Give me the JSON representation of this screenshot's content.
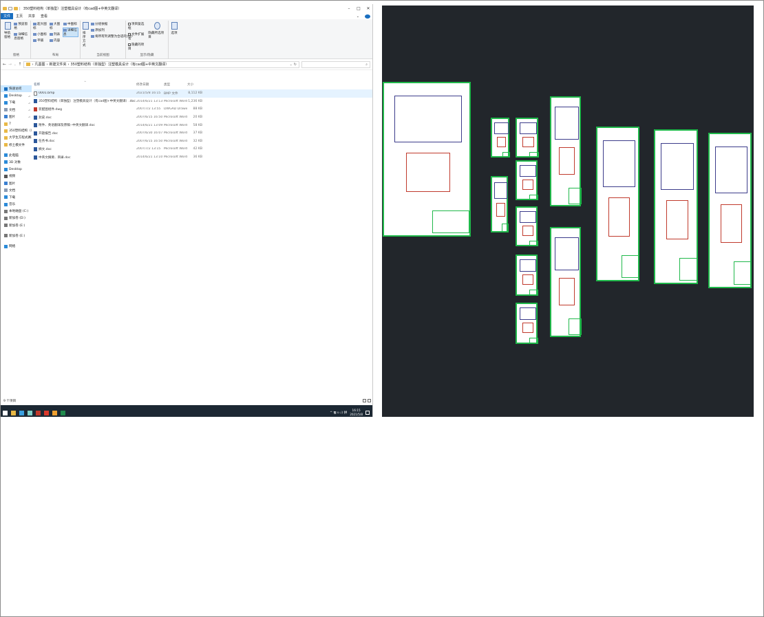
{
  "window": {
    "title": "350塑料结构（单独型）注塑模具设计（有cad图+中英文翻译）",
    "controls": {
      "minimize": "–",
      "maximize": "□",
      "close": "✕"
    }
  },
  "ribbon_tabs": [
    "文件",
    "主页",
    "共享",
    "查看"
  ],
  "ribbon": {
    "panes": {
      "label": "窗格",
      "nav_pane": "导航窗格",
      "preview": "预览窗格",
      "details": "详细信息窗格"
    },
    "layout": {
      "label": "布局",
      "items": [
        "超大图标",
        "大图标",
        "中图标",
        "小图标",
        "列表",
        "详细信息",
        "平铺",
        "内容"
      ]
    },
    "current_view": {
      "label": "当前视图",
      "sort": "排序方式",
      "group": "分组依据",
      "add_cols": "添加列",
      "fit_cols": "将所有列调整为合适的大小"
    },
    "show_hide": {
      "label": "显示/隐藏",
      "checkbox": "项目复选框",
      "ext": "文件扩展名",
      "hidden": "隐藏的项目",
      "hide_sel": "隐藏所选项目",
      "options": "选项"
    }
  },
  "address": {
    "back": "←",
    "forward": "→",
    "up": "↑",
    "crumbs": [
      "凡墨图",
      "新建文件夹",
      "350塑料结构（单独型）注塑模具设计（有cad图+中英文翻译）"
    ],
    "refresh": "↻",
    "search_icon": "⌕"
  },
  "nav_pane": [
    {
      "label": "快速访问",
      "icon": "star",
      "color": "#1a6fc0",
      "selected": true
    },
    {
      "label": "Desktop",
      "icon": "desktop",
      "color": "#2b8ad8",
      "pin": true
    },
    {
      "label": "下载",
      "icon": "download",
      "color": "#2b8ad8",
      "pin": true
    },
    {
      "label": "文档",
      "icon": "docs",
      "color": "#8a9bb3",
      "pin": true
    },
    {
      "label": "图片",
      "icon": "pictures",
      "color": "#3a7fd0",
      "pin": true
    },
    {
      "label": "7",
      "icon": "folder",
      "color": "#e8b846"
    },
    {
      "label": "350塑料结构（单",
      "icon": "folder",
      "color": "#e8b846"
    },
    {
      "label": "大学生方程式赛车",
      "icon": "folder",
      "color": "#e8b846"
    },
    {
      "label": "修土模文件",
      "icon": "folder",
      "color": "#e8b846"
    },
    {
      "label": "",
      "icon": "gap",
      "color": ""
    },
    {
      "label": "此电脑",
      "icon": "pc",
      "color": "#2b8ad8"
    },
    {
      "label": "3D 对象",
      "icon": "3d",
      "color": "#2b8ad8"
    },
    {
      "label": "Desktop",
      "icon": "desktop",
      "color": "#2b8ad8"
    },
    {
      "label": "视频",
      "icon": "video",
      "color": "#555"
    },
    {
      "label": "图片",
      "icon": "pictures",
      "color": "#3a7fd0"
    },
    {
      "label": "文档",
      "icon": "docs",
      "color": "#8a9bb3"
    },
    {
      "label": "下载",
      "icon": "download",
      "color": "#2b8ad8"
    },
    {
      "label": "音乐",
      "icon": "music",
      "color": "#2b8ad8"
    },
    {
      "label": "本地磁盘 (C:)",
      "icon": "disk",
      "color": "#777"
    },
    {
      "label": "新加卷 (D:)",
      "icon": "disk",
      "color": "#777"
    },
    {
      "label": "新加卷 (E:)",
      "icon": "disk",
      "color": "#777"
    },
    {
      "label": "",
      "icon": "gap",
      "color": ""
    },
    {
      "label": "新加卷 (E:)",
      "icon": "disk",
      "color": "#777"
    },
    {
      "label": "",
      "icon": "gap",
      "color": ""
    },
    {
      "label": "网络",
      "icon": "network",
      "color": "#2b8ad8"
    }
  ],
  "columns": {
    "name": "名称",
    "date": "修改日期",
    "type": "类型",
    "size": "大小"
  },
  "files": [
    {
      "name": "0001.bmp",
      "date": "2021/5/8 16:15",
      "type": "BMP 文件",
      "size": "8,112 KB",
      "kind": "bmp"
    },
    {
      "name": "350塑料结构（单独型）注塑模具设计（有cad图+中英文翻译）.doc",
      "date": "2014/6/21 13:13",
      "type": "Microsoft Word ...",
      "size": "1,236 KB",
      "kind": "doc"
    },
    {
      "name": "装配图组件.dwg",
      "date": "2007/7/2 13:55",
      "type": "DWGAD Drawing",
      "size": "88 KB",
      "kind": "dwg"
    },
    {
      "name": "封皮.doc",
      "date": "2007/6/15 16:50",
      "type": "Microsoft Word ...",
      "size": "20 KB",
      "kind": "doc"
    },
    {
      "name": "附件、英语翻译及原稿--中英文翻译.doc",
      "date": "2014/6/21 13:09",
      "type": "Microsoft Word ...",
      "size": "58 KB",
      "kind": "doc"
    },
    {
      "name": "开题报告.doc",
      "date": "2007/6/30 16:07",
      "type": "Microsoft Word ...",
      "size": "37 KB",
      "kind": "doc"
    },
    {
      "name": "任务书.doc",
      "date": "2007/6/15 16:50",
      "type": "Microsoft Word ...",
      "size": "32 KB",
      "kind": "doc"
    },
    {
      "name": "摘文.doc",
      "date": "2007/7/2 13:15",
      "type": "Microsoft Word ...",
      "size": "42 KB",
      "kind": "doc"
    },
    {
      "name": "中英文摘要、目录.doc",
      "date": "2014/6/21 13:10",
      "type": "Microsoft Word ...",
      "size": "36 KB",
      "kind": "doc"
    }
  ],
  "status": {
    "count": "9 个项目"
  },
  "taskbar": {
    "apps": [
      {
        "name": "windows-icon",
        "color": "#ffffff"
      },
      {
        "name": "explorer-icon",
        "color": "#e8b846"
      },
      {
        "name": "edge-icon",
        "color": "#3aa0e0"
      },
      {
        "name": "calc-icon",
        "color": "#7fd0c8"
      },
      {
        "name": "acrobat-icon",
        "color": "#c0392b"
      },
      {
        "name": "cad-icon",
        "color": "#d9382a"
      },
      {
        "name": "paint-icon",
        "color": "#f0a030"
      },
      {
        "name": "excel-icon",
        "color": "#1f8a4c"
      }
    ],
    "tray": "^ 🖫 ʋ ♩) 拼",
    "time": "16:15",
    "date": "2021/5/8"
  },
  "colors": {
    "cad_bg": "#22262b",
    "sheet_border": "#1fb84a",
    "accent": "#1a6fc0"
  }
}
